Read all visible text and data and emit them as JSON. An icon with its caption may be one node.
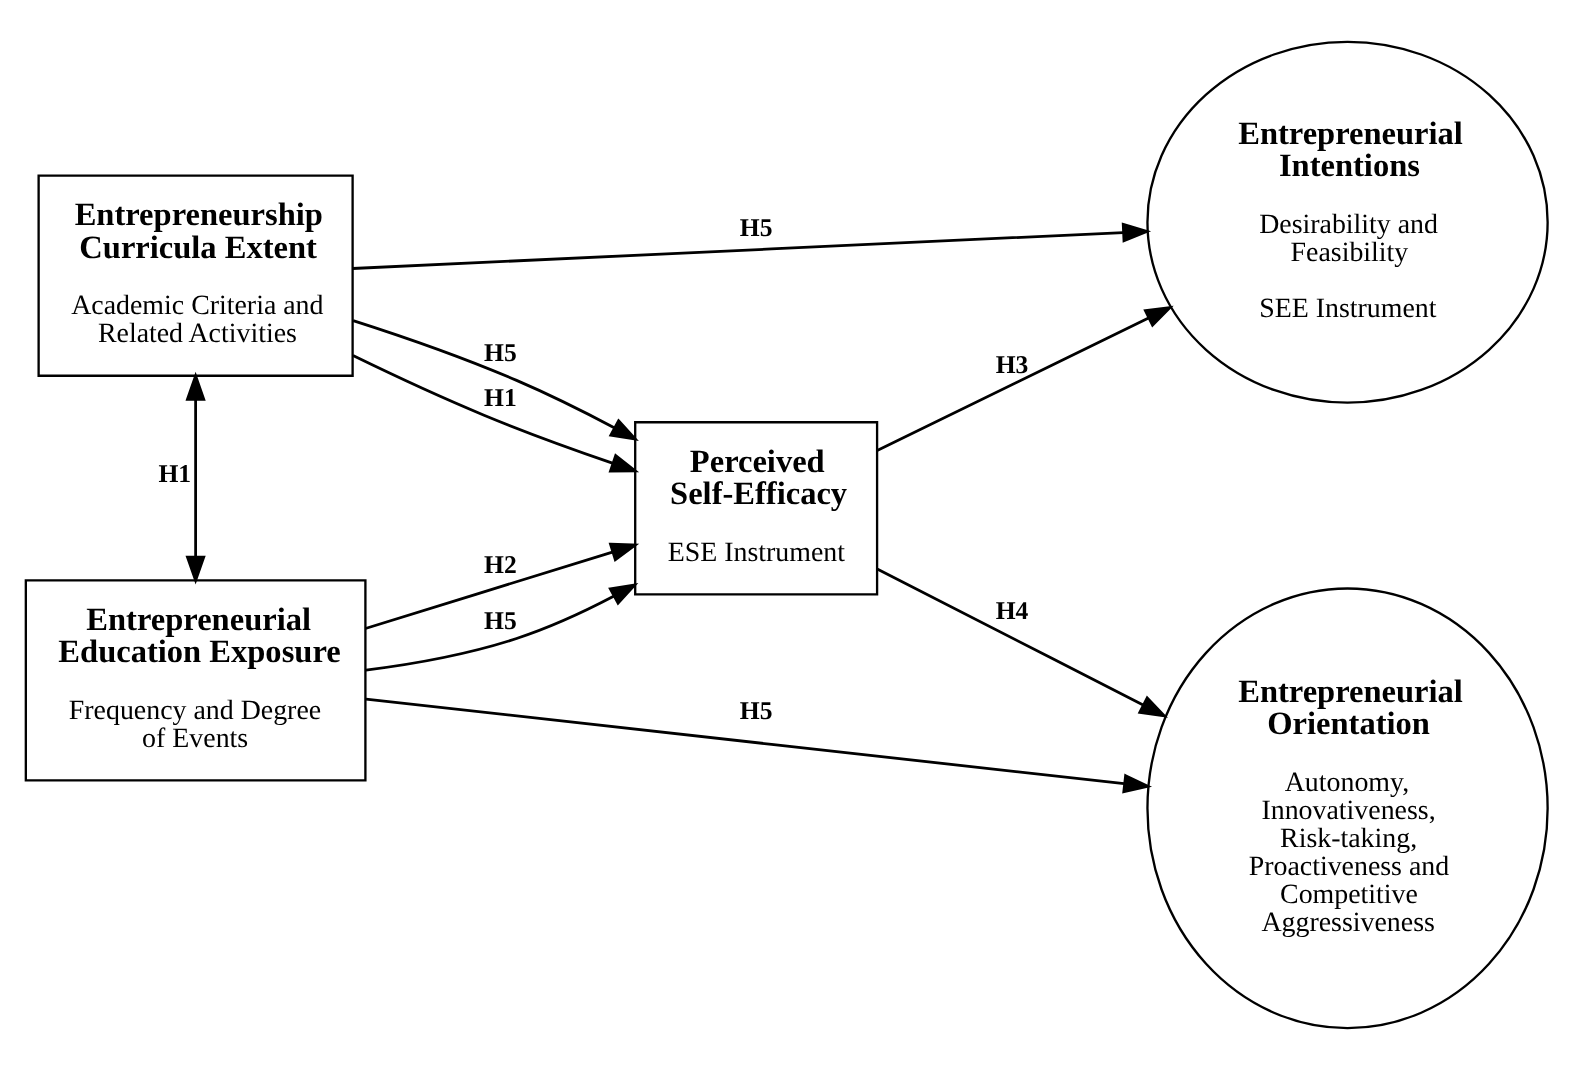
{
  "diagram": {
    "nodes": [
      {
        "text": [
          "Entrepreneurship Curricula Extent",
          "Academic Criteria and Related Activities"
        ]
      },
      {
        "text": [
          "Entrepreneurial Education Exposure",
          "Frequency and Degree of Events"
        ]
      },
      {
        "text": [
          "Perceived Self-Efficacy",
          "ESE Instrument"
        ]
      },
      {
        "text": [
          "Entrepreneurial Intentions",
          "Desirability and Feasibility",
          "SEE Instrument"
        ]
      },
      {
        "text": [
          "Entrepreneurial Orientation",
          "Autonomy, Innovativeness, Risk-taking, Proactiveness and Competitive Aggressiveness"
        ]
      }
    ],
    "edges": [
      {
        "from": 0,
        "to": 3,
        "arrow": "to",
        "label": "H5"
      },
      {
        "from": 0,
        "to": 2,
        "arrow": "to",
        "label": "H5"
      },
      {
        "from": 0,
        "to": 2,
        "arrow": "to",
        "label": "H1"
      },
      {
        "from": 0,
        "to": 1,
        "arrow": "both",
        "label": "H1"
      },
      {
        "from": 1,
        "to": 2,
        "arrow": "to",
        "label": "H2"
      },
      {
        "from": 1,
        "to": 2,
        "arrow": "to",
        "label": "H5"
      },
      {
        "from": 1,
        "to": 4,
        "arrow": "to",
        "label": "H5"
      },
      {
        "from": 2,
        "to": 3,
        "arrow": "to",
        "label": "H3"
      },
      {
        "from": 2,
        "to": 4,
        "arrow": "to",
        "label": "H4"
      }
    ]
  }
}
